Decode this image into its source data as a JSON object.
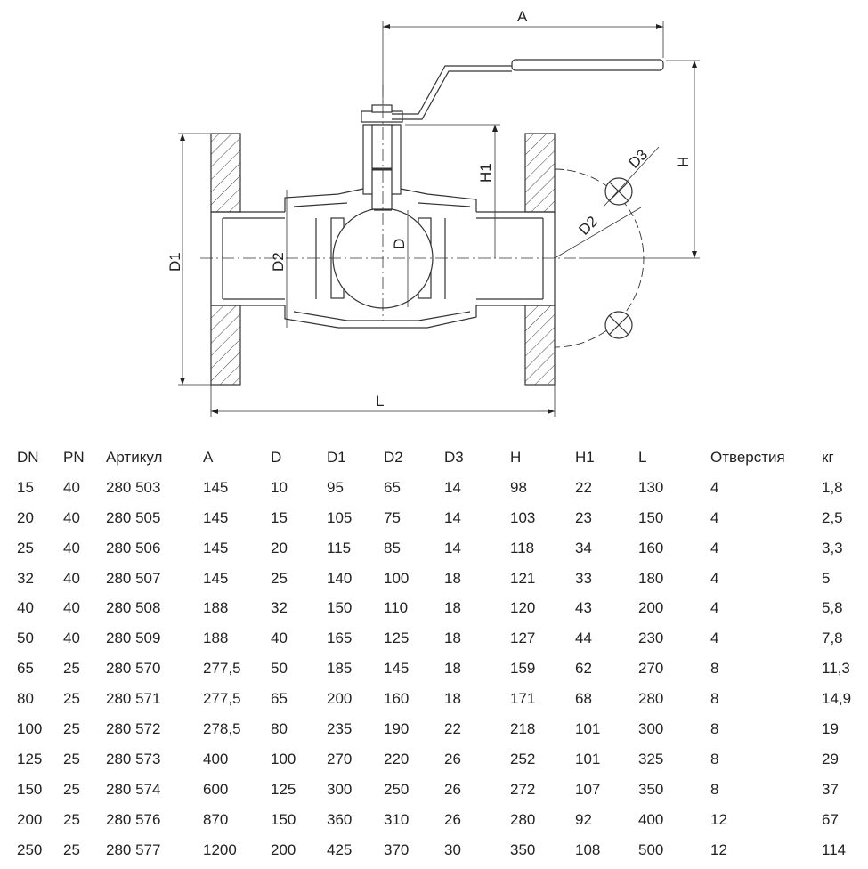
{
  "drawing": {
    "labels": {
      "A": "A",
      "H": "H",
      "H1": "H1",
      "D1": "D1",
      "D2": "D2",
      "D": "D",
      "L": "L",
      "D2_pcd": "D2",
      "D3": "D3"
    }
  },
  "table": {
    "headers": [
      "DN",
      "PN",
      "Артикул",
      "A",
      "D",
      "D1",
      "D2",
      "D3",
      "H",
      "H1",
      "L",
      "Отверстия",
      "кг"
    ],
    "rows": [
      [
        "15",
        "40",
        "280 503",
        "145",
        "10",
        "95",
        "65",
        "14",
        "98",
        "22",
        "130",
        "4",
        "1,8"
      ],
      [
        "20",
        "40",
        "280 505",
        "145",
        "15",
        "105",
        "75",
        "14",
        "103",
        "23",
        "150",
        "4",
        "2,5"
      ],
      [
        "25",
        "40",
        "280 506",
        "145",
        "20",
        "115",
        "85",
        "14",
        "118",
        "34",
        "160",
        "4",
        "3,3"
      ],
      [
        "32",
        "40",
        "280 507",
        "145",
        "25",
        "140",
        "100",
        "18",
        "121",
        "33",
        "180",
        "4",
        "5"
      ],
      [
        "40",
        "40",
        "280 508",
        "188",
        "32",
        "150",
        "110",
        "18",
        "120",
        "43",
        "200",
        "4",
        "5,8"
      ],
      [
        "50",
        "40",
        "280 509",
        "188",
        "40",
        "165",
        "125",
        "18",
        "127",
        "44",
        "230",
        "4",
        "7,8"
      ],
      [
        "65",
        "25",
        "280 570",
        "277,5",
        "50",
        "185",
        "145",
        "18",
        "159",
        "62",
        "270",
        "8",
        "11,3"
      ],
      [
        "80",
        "25",
        "280 571",
        "277,5",
        "65",
        "200",
        "160",
        "18",
        "171",
        "68",
        "280",
        "8",
        "14,9"
      ],
      [
        "100",
        "25",
        "280 572",
        "278,5",
        "80",
        "235",
        "190",
        "22",
        "218",
        "101",
        "300",
        "8",
        "19"
      ],
      [
        "125",
        "25",
        "280 573",
        "400",
        "100",
        "270",
        "220",
        "26",
        "252",
        "101",
        "325",
        "8",
        "29"
      ],
      [
        "150",
        "25",
        "280 574",
        "600",
        "125",
        "300",
        "250",
        "26",
        "272",
        "107",
        "350",
        "8",
        "37"
      ],
      [
        "200",
        "25",
        "280 576",
        "870",
        "150",
        "360",
        "310",
        "26",
        "280",
        "92",
        "400",
        "12",
        "67"
      ],
      [
        "250",
        "25",
        "280 577",
        "1200",
        "200",
        "425",
        "370",
        "30",
        "350",
        "108",
        "500",
        "12",
        "114"
      ]
    ]
  }
}
